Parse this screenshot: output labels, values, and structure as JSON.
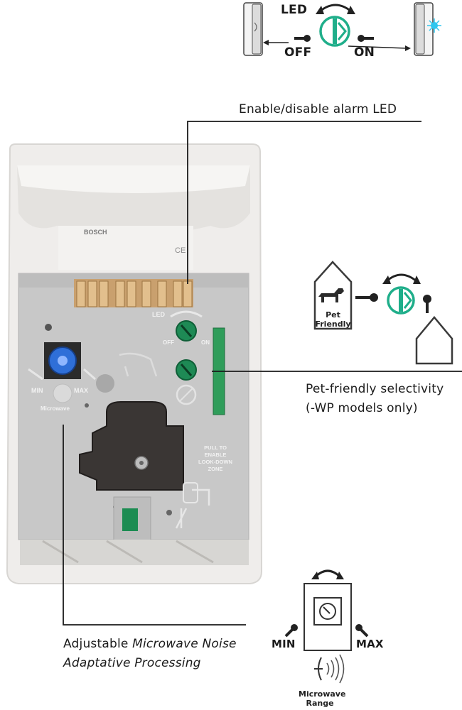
{
  "led_diagram": {
    "title": "LED",
    "off_label": "OFF",
    "on_label": "ON"
  },
  "callouts": {
    "led": "Enable/disable alarm LED",
    "pet_line1": "Pet-friendly selectivity",
    "pet_line2": "(-WP models only)",
    "mw_prefix": "Adjustable ",
    "mw_italic1": "Microwave Noise",
    "mw_italic2": "Adaptative Processing"
  },
  "pet_diagram": {
    "line1": "Pet",
    "line2": "Friendly"
  },
  "mw_diagram": {
    "min_label": "MIN",
    "max_label": "MAX",
    "range_line1": "Microwave",
    "range_line2": "Range"
  },
  "device": {
    "brand": "BOSCH",
    "ce_mark": "CE",
    "led_label": "LED",
    "off_label": "OFF",
    "on_label": "ON",
    "min_label": "MIN",
    "max_label": "MAX",
    "mw_label": "Microwave",
    "pull_line1": "PULL TO",
    "pull_line2": "ENABLE",
    "pull_line3": "LOOK-DOWN",
    "pull_line4": "ZONE"
  },
  "colors": {
    "accent_green": "#1fae8a",
    "line": "#1a1a1a",
    "panel_gray": "#c9c9c9",
    "housing": "#f2f0ee"
  }
}
